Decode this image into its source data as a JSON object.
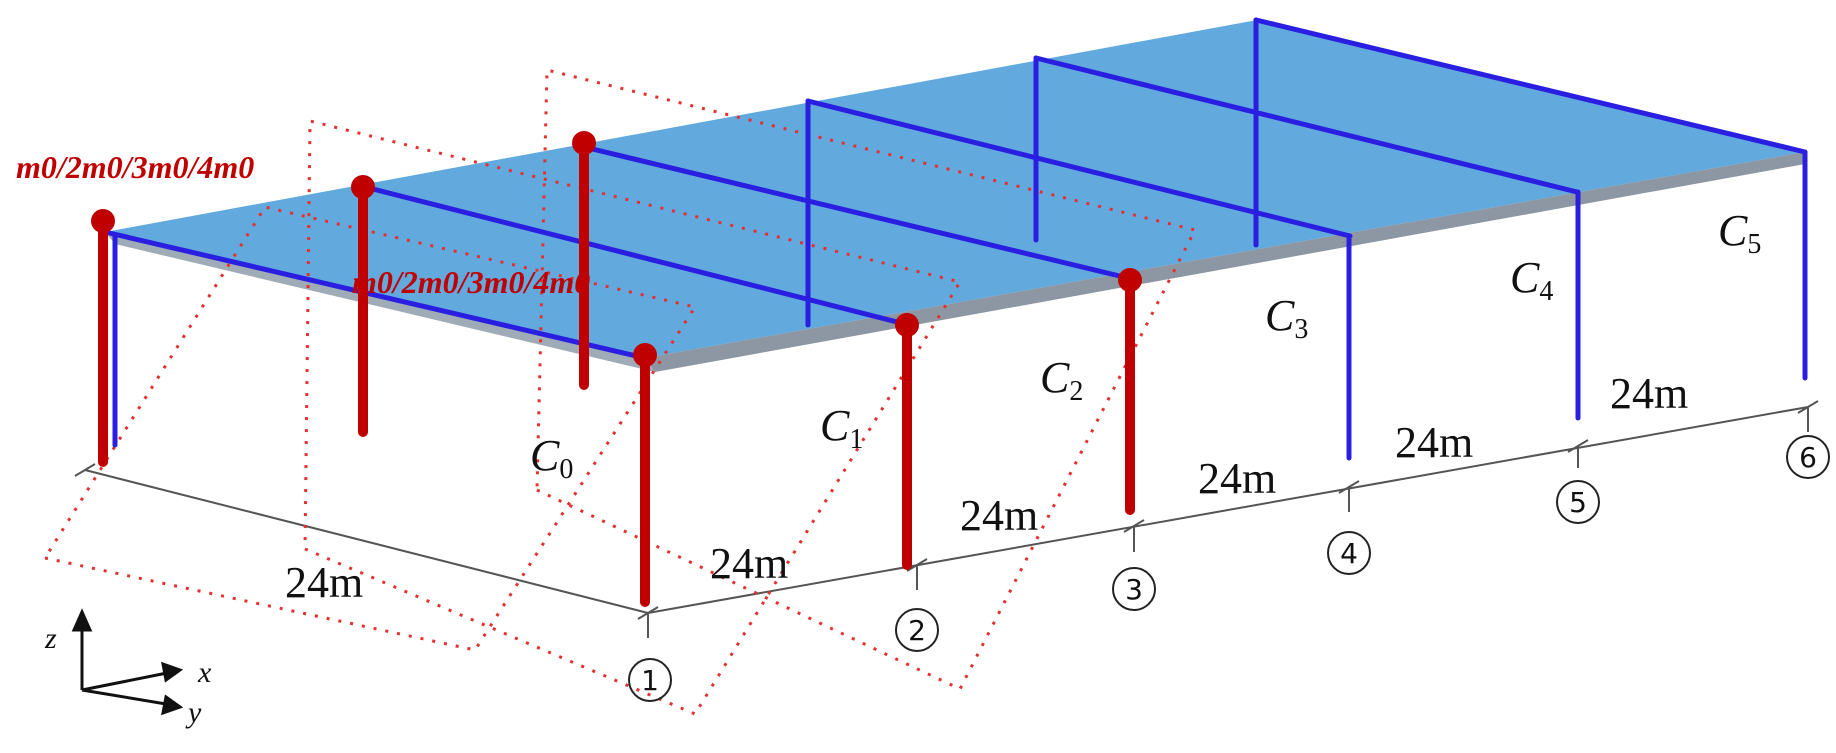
{
  "colors": {
    "roof": "#5aa4dc",
    "roof_edge": "#7f8c99",
    "frame_blue": "#2a1fe0",
    "frame_red": "#c00000",
    "mass_dot": "#c00000",
    "dotted": "#e53030",
    "dimension": "#555555"
  },
  "mass_labels": [
    "m0/2m0/3m0/4m0",
    "m0/2m0/3m0/4m0"
  ],
  "frame_labels": [
    {
      "base": "C",
      "sub": "0"
    },
    {
      "base": "C",
      "sub": "1"
    },
    {
      "base": "C",
      "sub": "2"
    },
    {
      "base": "C",
      "sub": "3"
    },
    {
      "base": "C",
      "sub": "4"
    },
    {
      "base": "C",
      "sub": "5"
    }
  ],
  "span_labels": [
    "24m",
    "24m",
    "24m",
    "24m",
    "24m",
    "24m"
  ],
  "grid_markers": [
    "①",
    "②",
    "③",
    "④",
    "⑤",
    "⑥"
  ],
  "axes": {
    "z": "z",
    "x": "x",
    "y": "y"
  }
}
